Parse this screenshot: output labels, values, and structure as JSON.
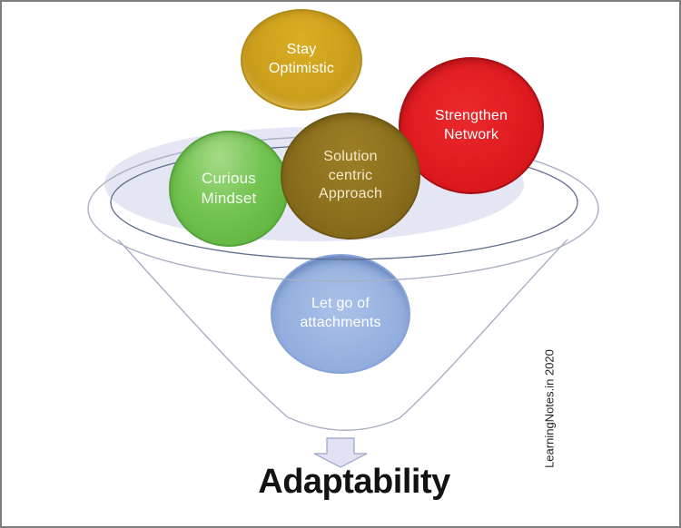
{
  "page": {
    "background": "#ffffff",
    "border_color": "#7d7d7d"
  },
  "funnel": {
    "bowl_fill": "#e4e7f3",
    "outer_stroke": "#a9b0c4",
    "inner_stroke": "#5f6e8c"
  },
  "bubbles": [
    {
      "name": "stay-optimistic",
      "label": "Stay Optimistic",
      "color": "#cda01c",
      "text_color": "#ffffff"
    },
    {
      "name": "strengthen-network",
      "label": "Strengthen Network",
      "color": "#e01b20",
      "text_color": "#ffffff"
    },
    {
      "name": "curious-mindset",
      "label": "Curious Mindset",
      "color": "#6fc14e",
      "text_color": "#f2fbee"
    },
    {
      "name": "solution-centric-approach",
      "label": "Solution centric Approach",
      "color": "#8a6e1d",
      "text_color": "#f4e9c8"
    },
    {
      "name": "let-go-of-attachments",
      "label": "Let go of attachments",
      "color": "#97b2e0",
      "text_color": "#ffffff"
    }
  ],
  "arrow": {
    "fill": "#e0e2f4",
    "stroke": "#9aa3c4",
    "direction": "down"
  },
  "title": {
    "text": "Adaptability",
    "color": "#121212"
  },
  "watermark": {
    "text": "LearningNotes.in 2020",
    "color": "#222222"
  }
}
